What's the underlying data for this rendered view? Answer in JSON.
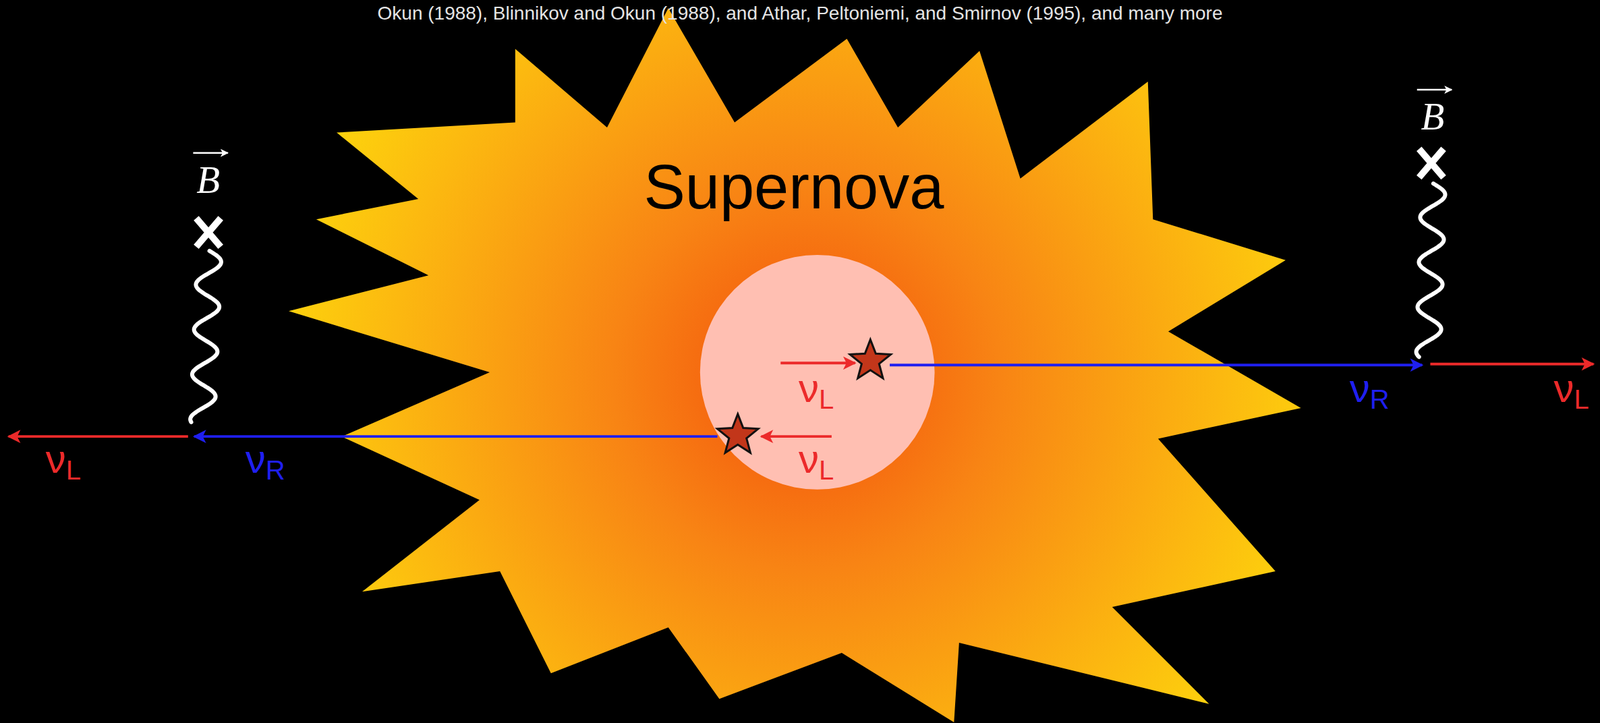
{
  "diagram": {
    "nodes": [
      {
        "text": [
          "Supernova"
        ]
      }
    ],
    "labels": [
      "Okun (1988), Blinnikov and Okun (1988), and Athar, Peltoniemi, and Smirnov (1995), and many more",
      "B",
      "B",
      "νL",
      "νL",
      "νR",
      "νR",
      "νL",
      "νL"
    ]
  }
}
